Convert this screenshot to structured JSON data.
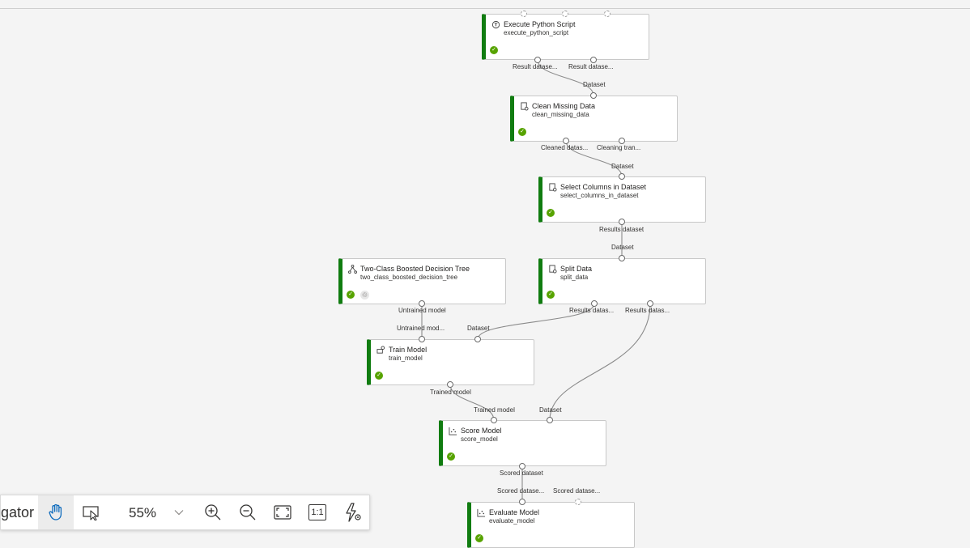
{
  "canvas": {
    "nodes": [
      {
        "id": "n1",
        "title": "Execute Python Script",
        "subtitle": "execute_python_script"
      },
      {
        "id": "n2",
        "title": "Clean Missing Data",
        "subtitle": "clean_missing_data"
      },
      {
        "id": "n3",
        "title": "Select Columns in Dataset",
        "subtitle": "select_columns_in_dataset"
      },
      {
        "id": "n4",
        "title": "Two-Class Boosted Decision Tree",
        "subtitle": "two_class_boosted_decision_tree"
      },
      {
        "id": "n5",
        "title": "Split Data",
        "subtitle": "split_data"
      },
      {
        "id": "n6",
        "title": "Train Model",
        "subtitle": "train_model"
      },
      {
        "id": "n7",
        "title": "Score Model",
        "subtitle": "score_model"
      },
      {
        "id": "n8",
        "title": "Evaluate Model",
        "subtitle": "evaluate_model"
      }
    ],
    "port_labels": {
      "n1_out1": "Result datase...",
      "n1_out2": "Result datase...",
      "n2_in": "Dataset",
      "n2_out1": "Cleaned datas...",
      "n2_out2": "Cleaning tran...",
      "n3_in": "Dataset",
      "n3_out": "Results dataset",
      "n5_in": "Dataset",
      "n4_out": "Untrained model",
      "n5_out1": "Results datas...",
      "n5_out2": "Results datas...",
      "n6_in1": "Untrained mod...",
      "n6_in2": "Dataset",
      "n6_out": "Trained model",
      "n7_in1": "Trained model",
      "n7_in2": "Dataset",
      "n7_out": "Scored dataset",
      "n8_in1": "Scored datase...",
      "n8_in2": "Scored datase..."
    },
    "status_color": "#107c10",
    "check_color": "#57a300"
  },
  "toolbar": {
    "partial_label": "gator",
    "pan_icon": "hand-icon",
    "select_icon": "pointer-select-icon",
    "zoom_value": "55%",
    "zoom_in_icon": "zoom-in-icon",
    "zoom_out_icon": "zoom-out-icon",
    "fit_icon": "fit-to-screen-icon",
    "actual_size_label": "1:1",
    "autolayout_icon": "lightning-gear-icon"
  }
}
